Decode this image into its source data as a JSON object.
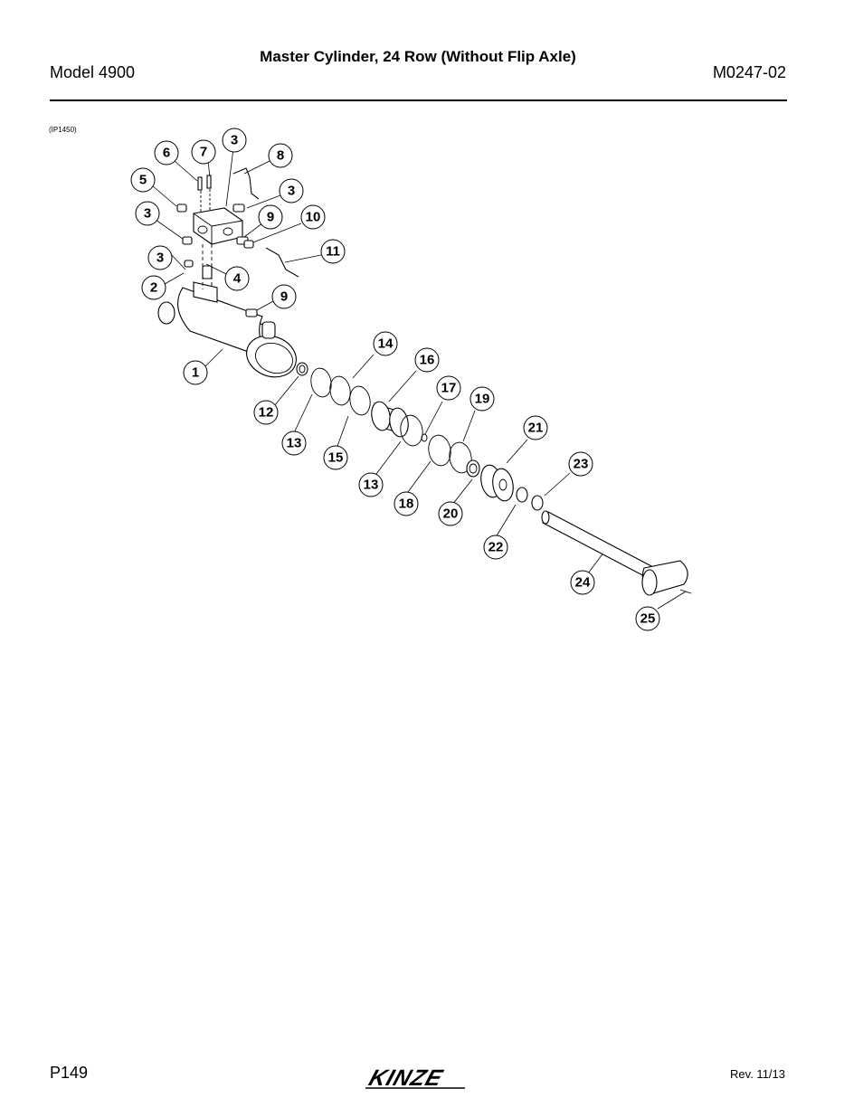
{
  "header": {
    "title": "Master Cylinder, 24 Row (Without Flip Axle)",
    "model": "Model 4900",
    "doc_number": "M0247-02"
  },
  "figure": {
    "id": "(IP1450)",
    "callouts": [
      "1",
      "2",
      "3",
      "3",
      "3",
      "3",
      "4",
      "5",
      "6",
      "7",
      "8",
      "9",
      "9",
      "10",
      "11",
      "12",
      "13",
      "13",
      "14",
      "15",
      "16",
      "17",
      "18",
      "19",
      "20",
      "21",
      "22",
      "23",
      "24",
      "25"
    ]
  },
  "footer": {
    "page": "P149",
    "brand": "KINZE",
    "revision": "Rev. 11/13"
  }
}
